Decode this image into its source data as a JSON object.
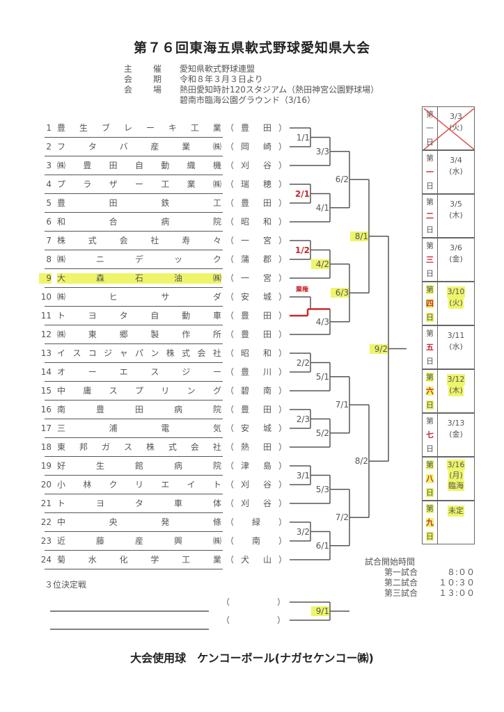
{
  "title": "第７６回東海五県軟式野球愛知県大会",
  "info": [
    {
      "label": [
        "主",
        "催"
      ],
      "value": "愛知県軟式野球連盟"
    },
    {
      "label": [
        "会",
        "期"
      ],
      "value": "令和８年３月３日より"
    },
    {
      "label": [
        "会",
        "場"
      ],
      "value": "熱田愛知時計120スタジアム（熱田神宮公園野球場）"
    },
    {
      "label": [
        "",
        ""
      ],
      "value": "碧南市臨海公園グラウンド（3/16）"
    }
  ],
  "teams": [
    {
      "num": "1",
      "name": [
        "豊",
        "生",
        "ブ",
        "レ",
        "ー",
        "キ",
        "工",
        "業"
      ],
      "city": [
        "豊",
        "田"
      ]
    },
    {
      "num": "2",
      "name": [
        "フ",
        "タ",
        "バ",
        "産",
        "業",
        "㈱"
      ],
      "city": [
        "岡",
        "崎"
      ]
    },
    {
      "num": "3",
      "name": [
        "㈱",
        "豊",
        "田",
        "自",
        "動",
        "織",
        "機"
      ],
      "city": [
        "刈",
        "谷"
      ]
    },
    {
      "num": "4",
      "name": [
        "プ",
        "ラ",
        "ザ",
        "ー",
        "工",
        "業",
        "㈱"
      ],
      "city": [
        "瑞",
        "穂"
      ]
    },
    {
      "num": "5",
      "name": [
        "豊",
        "田",
        "鉄",
        "工"
      ],
      "city": [
        "豊",
        "田"
      ]
    },
    {
      "num": "6",
      "name": [
        "和",
        "合",
        "病",
        "院"
      ],
      "city": [
        "昭",
        "和"
      ]
    },
    {
      "num": "7",
      "name": [
        "株",
        "式",
        "会",
        "社",
        "寿",
        "々"
      ],
      "city": [
        "一",
        "宮"
      ]
    },
    {
      "num": "8",
      "name": [
        "㈱",
        "ニ",
        "デ",
        "ッ",
        "ク"
      ],
      "city": [
        "蒲",
        "郡"
      ]
    },
    {
      "num": "9",
      "name": [
        "大",
        "森",
        "石",
        "油",
        "㈱"
      ],
      "city": [
        "一",
        "宮"
      ],
      "highlight": true
    },
    {
      "num": "10",
      "name": [
        "㈱",
        "ヒ",
        "サ",
        "ダ"
      ],
      "city": [
        "安",
        "城"
      ]
    },
    {
      "num": "11",
      "name": [
        "ト",
        "ヨ",
        "タ",
        "自",
        "動",
        "車"
      ],
      "city": [
        "豊",
        "田"
      ]
    },
    {
      "num": "12",
      "name": [
        "㈱",
        "東",
        "郷",
        "製",
        "作",
        "所"
      ],
      "city": [
        "豊",
        "田"
      ]
    },
    {
      "num": "13",
      "name": [
        "イ",
        "ス",
        "コ",
        "ジ",
        "ャ",
        "パ",
        "ン",
        "株",
        "式",
        "会",
        "社"
      ],
      "city": [
        "昭",
        "和"
      ]
    },
    {
      "num": "14",
      "name": [
        "オ",
        "ー",
        "エ",
        "ス",
        "ジ",
        "ー"
      ],
      "city": [
        "豊",
        "川"
      ]
    },
    {
      "num": "15",
      "name": [
        "中",
        "庸",
        "ス",
        "プ",
        "リ",
        "ン",
        "グ"
      ],
      "city": [
        "碧",
        "南"
      ]
    },
    {
      "num": "16",
      "name": [
        "南",
        "豊",
        "田",
        "病",
        "院"
      ],
      "city": [
        "豊",
        "田"
      ]
    },
    {
      "num": "17",
      "name": [
        "三",
        "浦",
        "電",
        "気"
      ],
      "city": [
        "安",
        "城"
      ]
    },
    {
      "num": "18",
      "name": [
        "東",
        "邦",
        "ガ",
        "ス",
        "株",
        "式",
        "会",
        "社"
      ],
      "city": [
        "熱",
        "田"
      ]
    },
    {
      "num": "19",
      "name": [
        "好",
        "生",
        "館",
        "病",
        "院"
      ],
      "city": [
        "津",
        "島"
      ]
    },
    {
      "num": "20",
      "name": [
        "小",
        "林",
        "ク",
        "リ",
        "エ",
        "イ",
        "ト"
      ],
      "city": [
        "刈",
        "谷"
      ]
    },
    {
      "num": "21",
      "name": [
        "ト",
        "ヨ",
        "タ",
        "車",
        "体"
      ],
      "city": [
        "刈",
        "谷"
      ]
    },
    {
      "num": "22",
      "name": [
        "中",
        "央",
        "発",
        "條"
      ],
      "city": [
        "緑"
      ]
    },
    {
      "num": "23",
      "name": [
        "近",
        "藤",
        "産",
        "興",
        "㈱"
      ],
      "city": [
        "南"
      ]
    },
    {
      "num": "24",
      "name": [
        "菊",
        "水",
        "化",
        "学",
        "工",
        "業"
      ],
      "city": [
        "犬",
        "山"
      ]
    }
  ],
  "paren_open": "（",
  "paren_close": "）",
  "bracket": {
    "r1": [
      {
        "date": "1/1",
        "style": "normal"
      },
      {
        "date": "2/1",
        "style": "red"
      },
      {
        "date": "1/2",
        "style": "red"
      },
      {
        "date": "棄権",
        "style": "forfeit"
      },
      {
        "date": "2/2",
        "style": "normal"
      },
      {
        "date": "2/3",
        "style": "normal"
      },
      {
        "date": "3/1",
        "style": "normal"
      },
      {
        "date": "3/2",
        "style": "normal"
      }
    ],
    "r2": [
      {
        "date": "3/3",
        "style": "normal"
      },
      {
        "date": "4/1",
        "style": "normal"
      },
      {
        "date": "4/2",
        "style": "hl"
      },
      {
        "date": "4/3",
        "style": "normal"
      },
      {
        "date": "5/1",
        "style": "normal"
      },
      {
        "date": "5/2",
        "style": "normal"
      },
      {
        "date": "5/3",
        "style": "normal"
      },
      {
        "date": "6/1",
        "style": "normal"
      }
    ],
    "r3": [
      {
        "date": "6/2",
        "style": "normal"
      },
      {
        "date": "6/3",
        "style": "hl"
      },
      {
        "date": "7/1",
        "style": "normal"
      },
      {
        "date": "7/2",
        "style": "normal"
      }
    ],
    "r4": [
      {
        "date": "8/1",
        "style": "hl"
      },
      {
        "date": "8/2",
        "style": "normal"
      }
    ],
    "final": {
      "date": "9/2",
      "style": "hl"
    },
    "third_place": {
      "label": "３位決定戦",
      "date": "9/1",
      "style": "hl"
    }
  },
  "schedule": [
    {
      "day": [
        "第",
        "一",
        "日"
      ],
      "date": "3/3",
      "dow": "(火)",
      "cancelled": true
    },
    {
      "day": [
        "第",
        "一",
        "日"
      ],
      "date": "3/4",
      "dow": "(水)"
    },
    {
      "day": [
        "第",
        "二",
        "日"
      ],
      "date": "3/5",
      "dow": "(木)"
    },
    {
      "day": [
        "第",
        "三",
        "日"
      ],
      "date": "3/6",
      "dow": "(金)"
    },
    {
      "day": [
        "第",
        "四",
        "日"
      ],
      "date": "3/10",
      "dow": "(火)",
      "highlight": true
    },
    {
      "day": [
        "第",
        "五",
        "日"
      ],
      "date": "3/11",
      "dow": "(水)"
    },
    {
      "day": [
        "第",
        "六",
        "日"
      ],
      "date": "3/12",
      "dow": "(木)",
      "highlight": true
    },
    {
      "day": [
        "第",
        "七",
        "日"
      ],
      "date": "3/13",
      "dow": "(金)"
    },
    {
      "day": [
        "第",
        "八",
        "日"
      ],
      "date": "3/16",
      "dow": "(月)",
      "note": "臨海",
      "highlight": true
    },
    {
      "day": [
        "第",
        "九",
        "日"
      ],
      "date": "未定",
      "dow": "",
      "highlight": true
    }
  ],
  "start_times": {
    "heading": "試合開始時間",
    "games": [
      {
        "label": "第一試合",
        "time": "８:００"
      },
      {
        "label": "第二試合",
        "time": "１０:３０"
      },
      {
        "label": "第三試合",
        "time": "１３:００"
      }
    ]
  },
  "footer": "大会使用球　ケンコーボール(ナガセケンコー㈱)",
  "colors": {
    "line": "#555555",
    "red": "#c8282d",
    "highlight": "#eef56a"
  }
}
